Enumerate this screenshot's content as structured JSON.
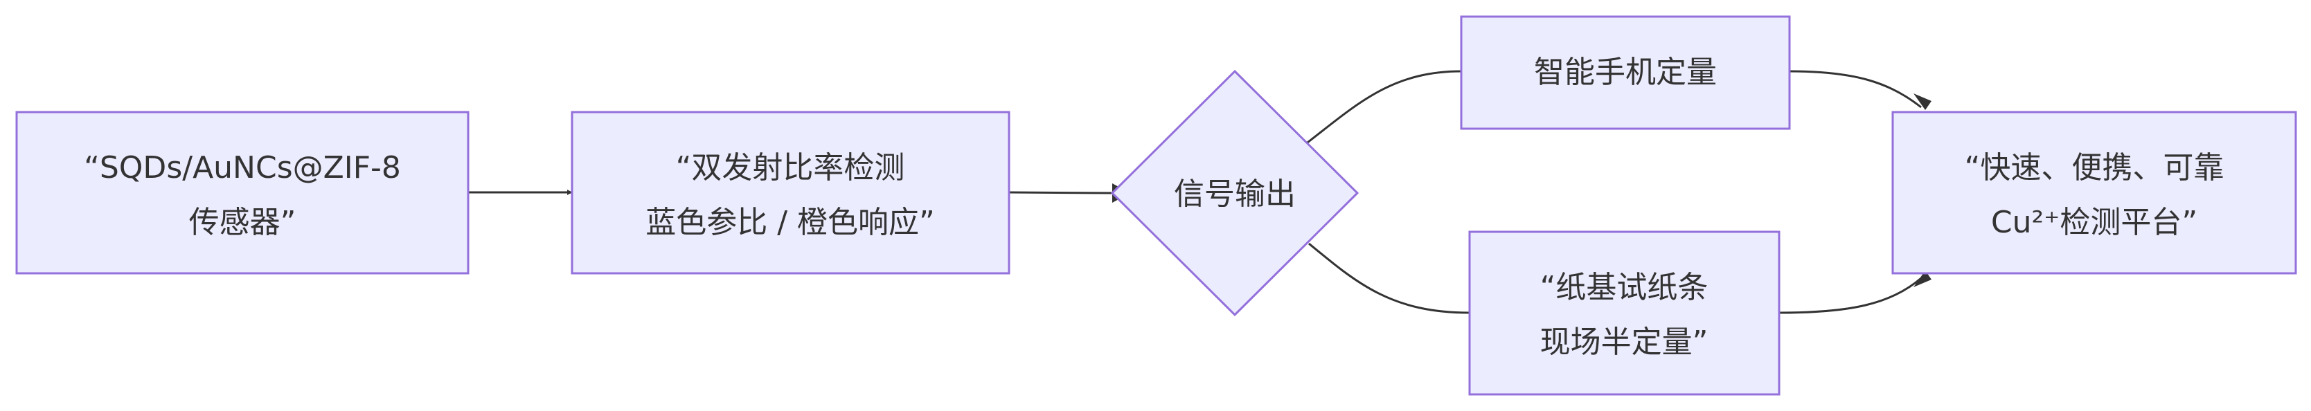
{
  "diagram": {
    "nodes": {
      "sensor": {
        "lines": [
          "“SQDs/AuNCs@ZIF-8",
          "传感器”"
        ]
      },
      "ratio": {
        "lines": [
          "“双发射比率检测",
          "蓝色参比 / 橙色响应”"
        ]
      },
      "signal": {
        "lines": [
          "信号输出"
        ]
      },
      "phone": {
        "lines": [
          "智能手机定量"
        ]
      },
      "paper": {
        "lines": [
          "“纸基试纸条",
          "现场半定量”"
        ]
      },
      "platform": {
        "lines": [
          "“快速、便携、可靠",
          "Cu²⁺检测平台”"
        ]
      }
    },
    "edges": [
      {
        "from": "sensor",
        "to": "ratio"
      },
      {
        "from": "ratio",
        "to": "signal"
      },
      {
        "from": "signal",
        "to": "phone"
      },
      {
        "from": "signal",
        "to": "paper"
      },
      {
        "from": "phone",
        "to": "platform"
      },
      {
        "from": "paper",
        "to": "platform"
      }
    ],
    "colors": {
      "node_fill": "#ececff",
      "node_stroke": "#9370db",
      "edge": "#333333",
      "text": "#333333"
    }
  }
}
